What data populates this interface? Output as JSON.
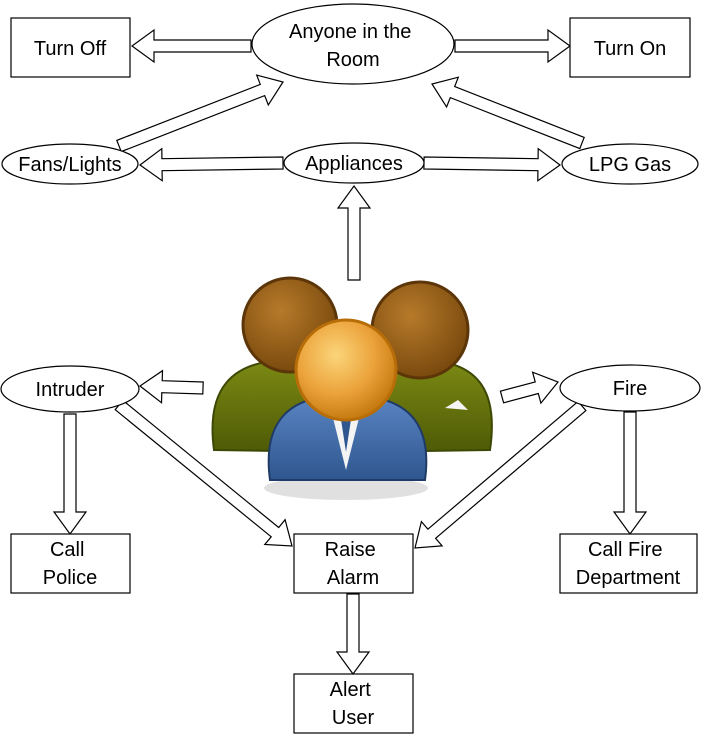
{
  "nodes": {
    "anyone_in_room": {
      "lines": [
        "Anyone in the",
        "Room"
      ]
    },
    "turn_off": {
      "lines": [
        "Turn Off"
      ]
    },
    "turn_on": {
      "lines": [
        "Turn On"
      ]
    },
    "fans_lights": {
      "lines": [
        "Fans/Lights"
      ]
    },
    "appliances": {
      "lines": [
        "Appliances"
      ]
    },
    "lpg_gas": {
      "lines": [
        "LPG Gas"
      ]
    },
    "intruder": {
      "lines": [
        "Intruder"
      ]
    },
    "fire": {
      "lines": [
        "Fire"
      ]
    },
    "call_police": {
      "lines": [
        "Call",
        "Police"
      ]
    },
    "raise_alarm": {
      "lines": [
        "Raise",
        "Alarm"
      ]
    },
    "call_fire_department": {
      "lines": [
        "Call Fire",
        "Department"
      ]
    },
    "alert_user": {
      "lines": [
        "Alert",
        "User"
      ]
    }
  },
  "edges": [
    {
      "from": "anyone_in_room",
      "to": "turn_off"
    },
    {
      "from": "anyone_in_room",
      "to": "turn_on"
    },
    {
      "from": "fans_lights",
      "to": "anyone_in_room"
    },
    {
      "from": "lpg_gas",
      "to": "anyone_in_room"
    },
    {
      "from": "appliances",
      "to": "fans_lights"
    },
    {
      "from": "appliances",
      "to": "lpg_gas"
    },
    {
      "from": "people",
      "to": "appliances"
    },
    {
      "from": "people",
      "to": "intruder"
    },
    {
      "from": "people",
      "to": "fire"
    },
    {
      "from": "intruder",
      "to": "call_police"
    },
    {
      "from": "intruder",
      "to": "raise_alarm"
    },
    {
      "from": "fire",
      "to": "raise_alarm"
    },
    {
      "from": "fire",
      "to": "call_fire_department"
    },
    {
      "from": "raise_alarm",
      "to": "alert_user"
    }
  ],
  "icon": {
    "name": "users-group-icon",
    "colors": {
      "person_back_body": "#6b7a10",
      "person_back_head": "#8f5611",
      "person_front_body": "#3d6aa8",
      "person_front_head": "#e8a030"
    }
  }
}
